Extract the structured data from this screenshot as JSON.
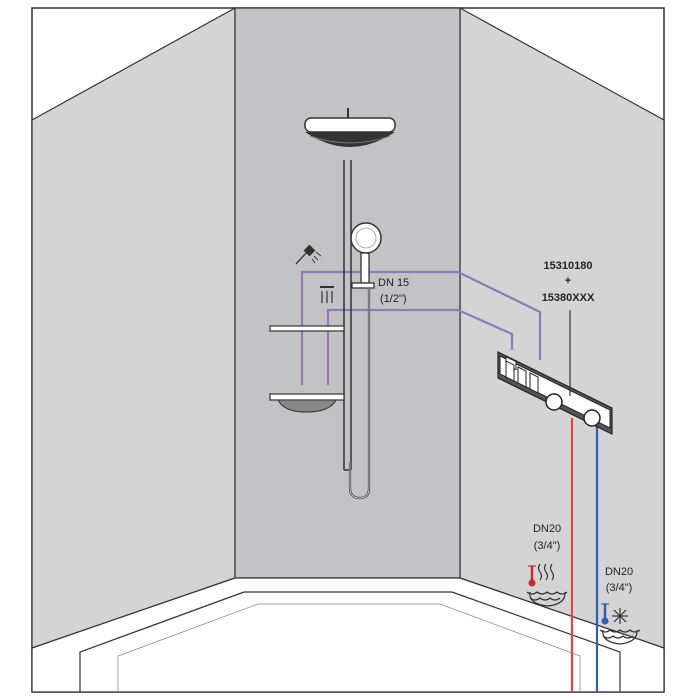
{
  "labels": {
    "product_code_1": "15310180",
    "plus_sign": "+",
    "product_code_2": "15380XXX",
    "pipe_shower_size": "DN 15",
    "pipe_shower_inch": "(1/2\")",
    "hot_supply_size": "DN20",
    "hot_supply_inch": "(3/4\")",
    "cold_supply_size": "DN20",
    "cold_supply_inch": "(3/4\")"
  },
  "icons": {
    "hand_shower": "hand-shower-icon",
    "overhead_shower": "overhead-shower-icon",
    "hot_water": "hot-water-icon",
    "cold_water": "cold-water-icon"
  },
  "colors": {
    "wall_side": "#d4d4d5",
    "wall_back": "#c3c3c5",
    "outline": "#333333",
    "shower_pipe": "#8e7ab8",
    "hot_pipe": "#e2473a",
    "cold_pipe": "#2f5fae"
  }
}
